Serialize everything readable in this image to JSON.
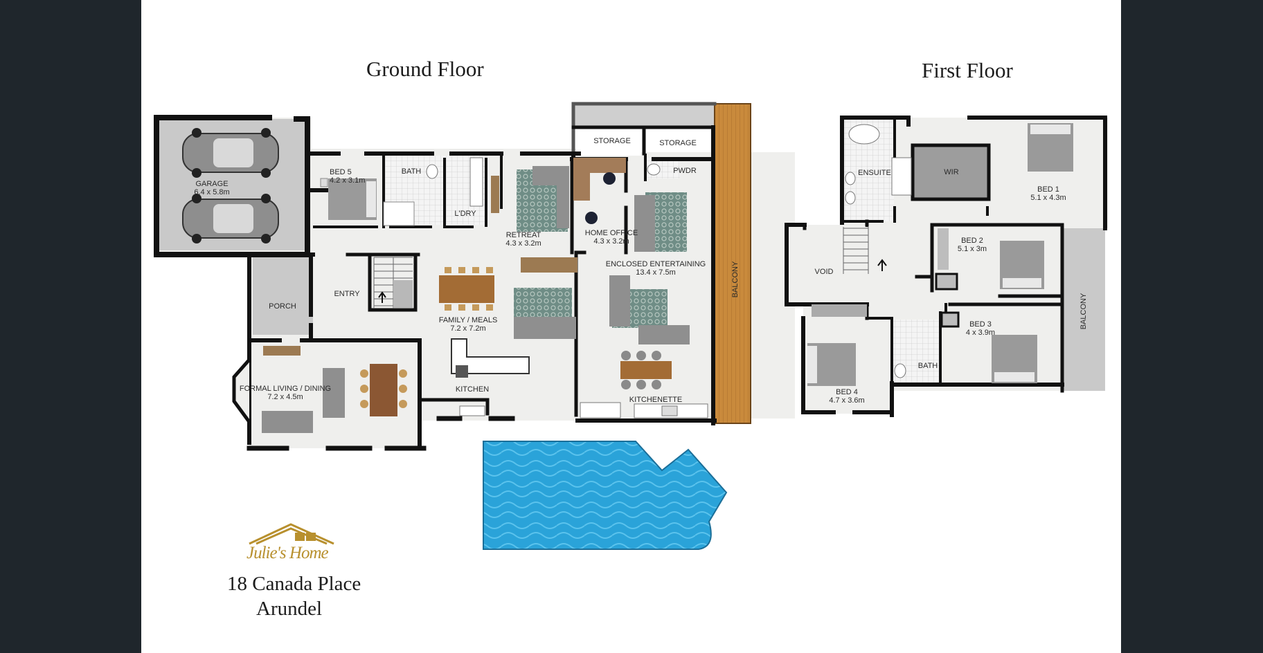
{
  "floors": {
    "ground": {
      "title": "Ground Floor",
      "rooms": {
        "garage": {
          "name": "GARAGE",
          "size": "6.4 x 5.8m"
        },
        "bed5": {
          "name": "BED 5",
          "size": "4.2 x 3.1m"
        },
        "bath": {
          "name": "BATH"
        },
        "laundry": {
          "name": "L'DRY"
        },
        "retreat": {
          "name": "RETREAT",
          "size": "4.3 x 3.2m"
        },
        "home_office": {
          "name": "HOME OFFICE",
          "size": "4.3 x 3.2m"
        },
        "storage1": {
          "name": "STORAGE"
        },
        "storage2": {
          "name": "STORAGE"
        },
        "pwdr": {
          "name": "PWDR"
        },
        "enclosed_entertaining": {
          "name": "ENCLOSED ENTERTAINING",
          "size": "13.4 x 7.5m"
        },
        "balcony": {
          "name": "BALCONY"
        },
        "porch": {
          "name": "PORCH"
        },
        "entry": {
          "name": "ENTRY"
        },
        "family_meals": {
          "name": "FAMILY / MEALS",
          "size": "7.2 x 7.2m"
        },
        "kitchen": {
          "name": "KITCHEN"
        },
        "kitchenette": {
          "name": "KITCHENETTE"
        },
        "formal_living": {
          "name": "FORMAL LIVING / DINING",
          "size": "7.2 x 4.5m"
        }
      }
    },
    "first": {
      "title": "First Floor",
      "rooms": {
        "ensuite": {
          "name": "ENSUITE"
        },
        "wir": {
          "name": "WIR"
        },
        "bed1": {
          "name": "BED 1",
          "size": "5.1 x 4.3m"
        },
        "void": {
          "name": "VOID"
        },
        "bed2": {
          "name": "BED 2",
          "size": "5.1 x 3m"
        },
        "bed3": {
          "name": "BED 3",
          "size": "4 x 3.9m"
        },
        "bath": {
          "name": "BATH"
        },
        "bed4": {
          "name": "BED 4",
          "size": "4.7 x 3.6m"
        },
        "balcony": {
          "name": "BALCONY"
        }
      }
    }
  },
  "branding": {
    "logo_text": "Julie's Home"
  },
  "address": {
    "line1": "18 Canada Place",
    "line2": "Arundel"
  },
  "colors": {
    "background": "#1f262c",
    "sheet": "#ffffff",
    "wall": "#111111",
    "floor": "#efefed",
    "pool": "#2aa3d9",
    "deck": "#c98a3c",
    "concrete": "#c9c9c9",
    "logo": "#b8902e"
  }
}
